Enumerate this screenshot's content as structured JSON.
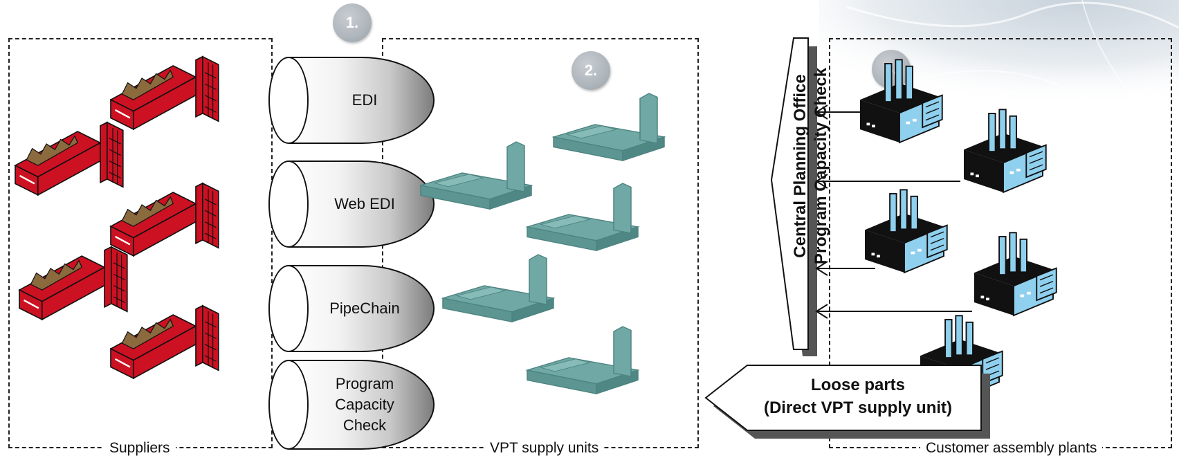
{
  "badges": [
    "1.",
    "2.",
    "3."
  ],
  "channels": [
    "EDI",
    "Web EDI",
    "PipeChain",
    "Program\nCapacity\nCheck"
  ],
  "regions": {
    "suppliers": "Suppliers",
    "vpt": "VPT supply units",
    "plants": "Customer assembly plants"
  },
  "central": "Central Planning Office\nProgram Capacity Check",
  "loose": {
    "line1": "Loose parts",
    "line2": "(Direct VPT supply unit)"
  },
  "colors": {
    "supplier_factory": "#cc1122",
    "vpt_part": "#6fa8a4",
    "plant_factory": "#8fd0ee"
  },
  "icons": {
    "supplier": "red-factory-icon",
    "vpt": "supply-unit-icon",
    "plant": "blue-factory-icon"
  }
}
